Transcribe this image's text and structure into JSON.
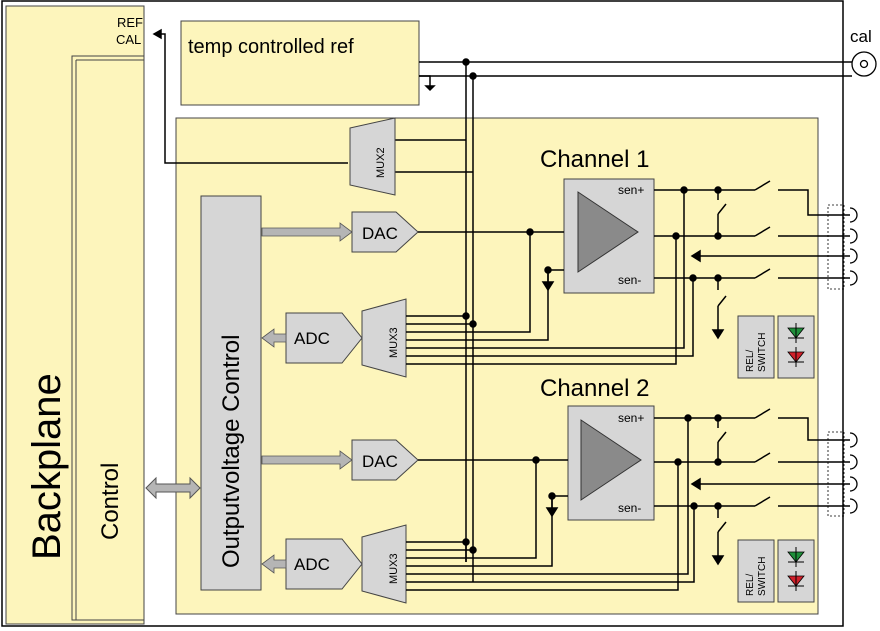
{
  "backplane": {
    "label": "Backplane"
  },
  "control": {
    "label": "Control"
  },
  "ref_cal": {
    "ref_label": "REF",
    "cal_label": "CAL"
  },
  "temp_ref": {
    "label": "temp controlled ref"
  },
  "cal_connector": {
    "label": "cal"
  },
  "output_control": {
    "label": "Outputvoltage Control"
  },
  "mux2": {
    "label": "MUX2"
  },
  "channels": [
    {
      "title": "Channel 1",
      "dac_label": "DAC",
      "adc_label": "ADC",
      "mux_label": "MUX3",
      "sen_plus": "sen+",
      "sen_minus": "sen-",
      "rel_switch_label_1": "REL/",
      "rel_switch_label_2": "SWITCH"
    },
    {
      "title": "Channel 2",
      "dac_label": "DAC",
      "adc_label": "ADC",
      "mux_label": "MUX3",
      "sen_plus": "sen+",
      "sen_minus": "sen-",
      "rel_switch_label_1": "REL/",
      "rel_switch_label_2": "SWITCH"
    }
  ],
  "colors": {
    "panel_fill": "#fdf5bc",
    "block_fill": "#d6d6d6",
    "amp_triangle": "#8a8a8a",
    "led_green": "#1f8f3a",
    "led_red": "#d0202a",
    "arrow_fill": "#b5b5b5"
  }
}
